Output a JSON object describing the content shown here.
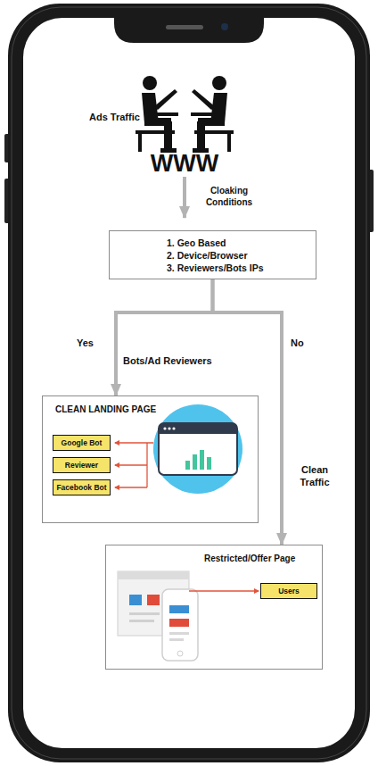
{
  "diagram": {
    "nodes": [
      {
        "text": [
          "1. Geo Based",
          "2. Device/Browser",
          "3. Reviewers/Bots IPs"
        ]
      },
      {
        "text": [
          "CLEAN LANDING PAGE"
        ]
      },
      {
        "text": [
          "Google Bot"
        ],
        "in": 1
      },
      {
        "text": [
          "Reviewer"
        ],
        "in": 1
      },
      {
        "text": [
          "Facebook Bot"
        ],
        "in": 1
      },
      {
        "text": [
          "Restricted/Offer Page"
        ]
      },
      {
        "text": [
          "Users"
        ],
        "in": 5
      }
    ],
    "edges": [
      {
        "from": 0,
        "to": 1,
        "arrow": "to",
        "label": "Yes"
      },
      {
        "from": 0,
        "to": 5,
        "arrow": "to",
        "label": "No"
      }
    ],
    "labels": [
      "Ads Traffic",
      "WWW",
      "Cloaking Conditions",
      "Bots/Ad Reviewers",
      "Clean Traffic"
    ]
  }
}
